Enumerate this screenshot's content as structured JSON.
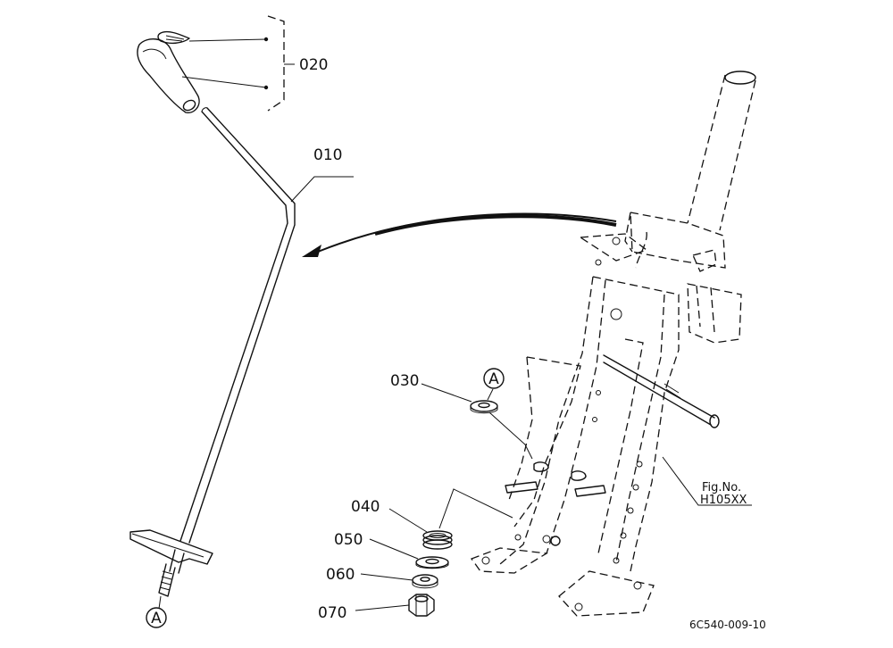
{
  "callouts": {
    "p010": "010",
    "p020": "020",
    "p030": "030",
    "p040": "040",
    "p050": "050",
    "p060": "060",
    "p070": "070"
  },
  "refs": {
    "a_top": "A",
    "a_bottom": "A"
  },
  "fig_ref": {
    "line1": "Fig.No.",
    "line2": "H105XX"
  },
  "drawing_code": "6C540-009-10"
}
